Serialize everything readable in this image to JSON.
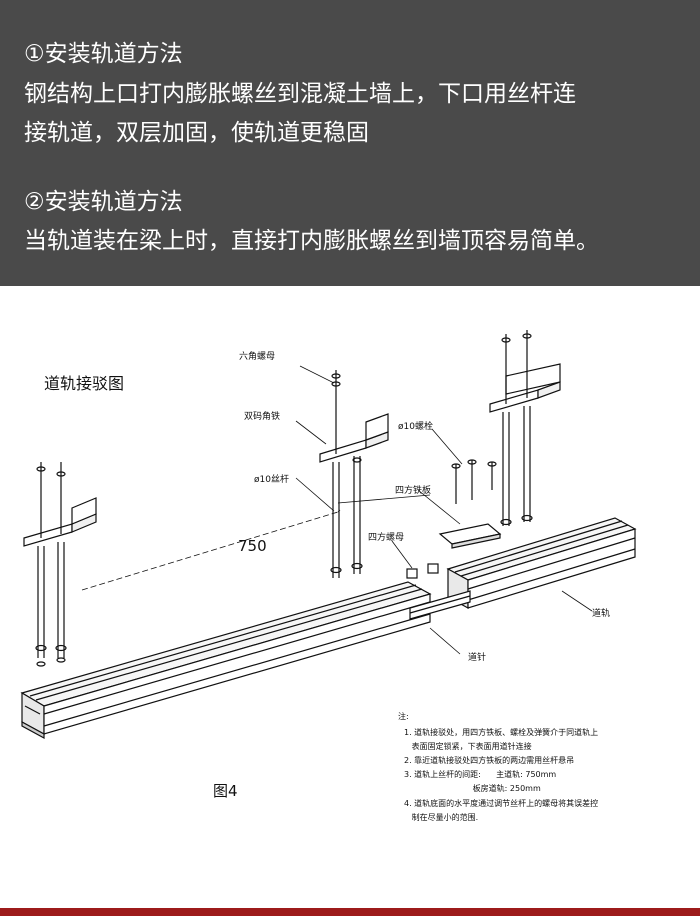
{
  "header": {
    "lines": [
      "①安装轨道方法",
      "钢结构上口打内膨胀螺丝到混凝土墙上，下口用丝杆连",
      "接轨道，双层加固，使轨道更稳固",
      "②安装轨道方法",
      "当轨道装在梁上时，直接打内膨胀螺丝到墙顶容易简单。"
    ],
    "colors": {
      "background": "#4a4a4a",
      "text": "#ffffff",
      "accent_bar": "#9d1b1b"
    }
  },
  "diagram": {
    "title": "道轨接驳图",
    "figure_label": "图4",
    "dimension": "750",
    "labels": {
      "hex_nut": "六角螺母",
      "double_angle": "双码角铁",
      "rod": "ø10丝杆",
      "bolt": "ø10螺栓",
      "square_plate": "四方铁板",
      "square_nut": "四方螺母",
      "rail": "道轨",
      "pin": "道针"
    },
    "notes": {
      "heading": "注:",
      "items": [
        "1. 道轨接驳处，用四方铁板、螺栓及弹簧介于同道轨上",
        "   表面固定锁紧，下表面用道针连接",
        "2. 靠近道轨接驳处四方铁板的两边需用丝杆悬吊",
        "3. 道轨上丝杆的间距:      主道轨: 750mm",
        "                           板房道轨: 250mm",
        "4. 道轨底面的水平度通过调节丝杆上的螺母将其误差控",
        "   制在尽量小的范围."
      ]
    }
  }
}
